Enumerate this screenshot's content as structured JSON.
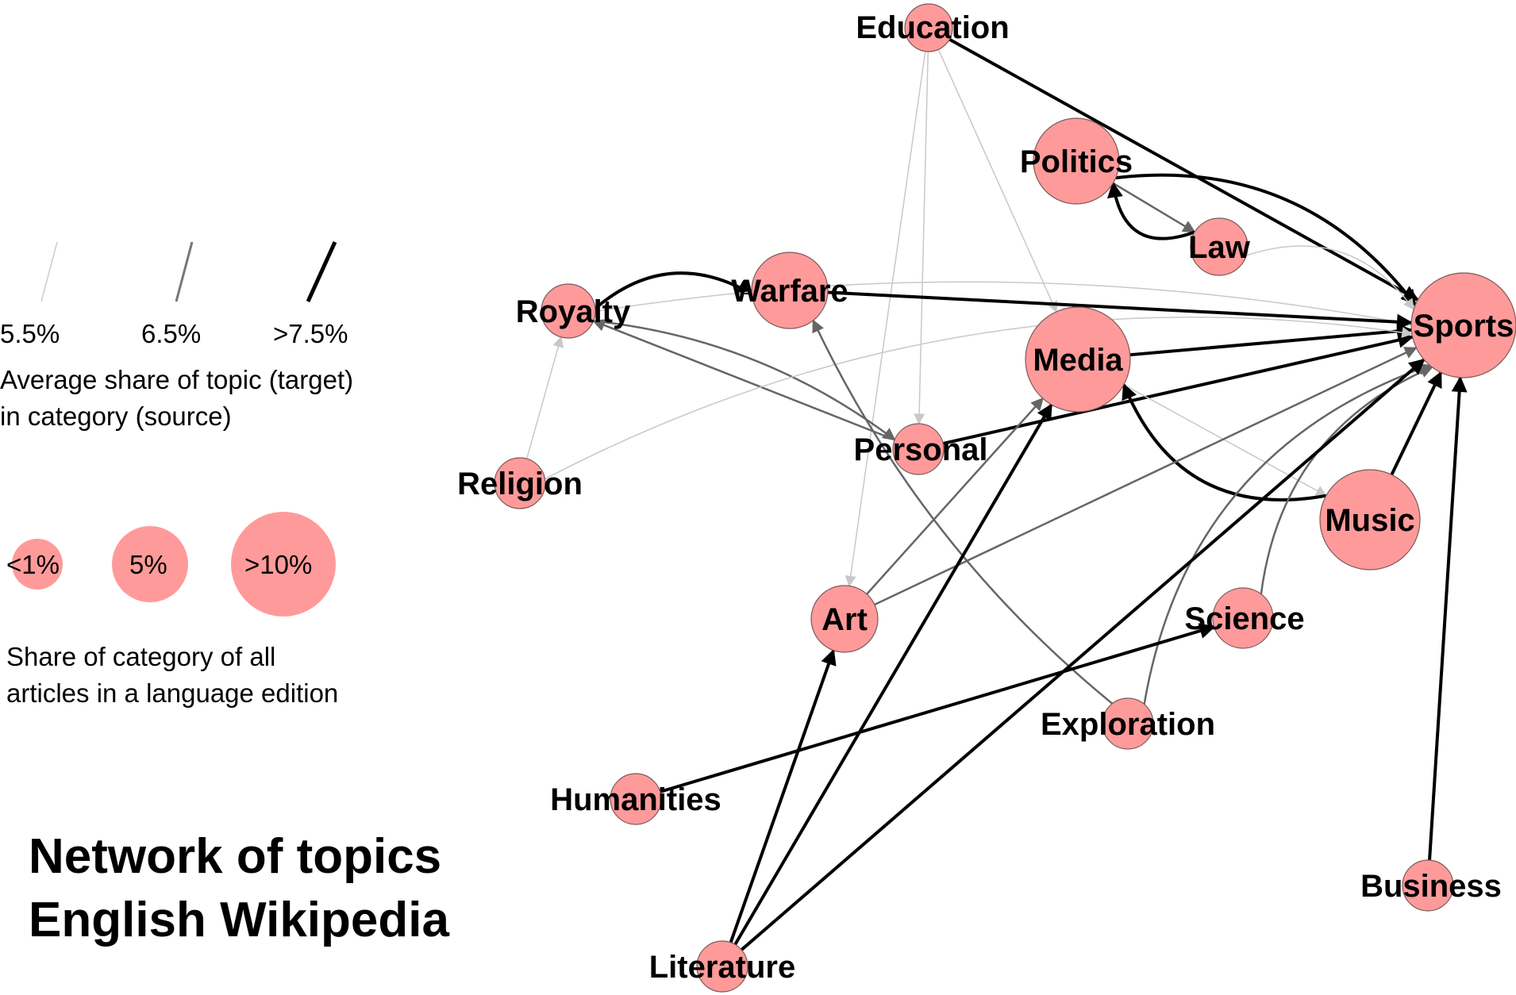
{
  "title": {
    "line1": "Network of topics",
    "line2": "English Wikipedia"
  },
  "legend": {
    "edges": {
      "labels": [
        "5.5%",
        "6.5%",
        ">7.5%"
      ],
      "caption_line1": "Average share of topic (target)",
      "caption_line2": "in category (source)"
    },
    "nodes": {
      "labels": [
        "<1%",
        "5%",
        ">10%"
      ],
      "caption_line1": "Share of category of all",
      "caption_line2": "articles in a language edition"
    }
  },
  "colors": {
    "node_fill": "#ff9a9a",
    "node_stroke": "#7a5a5a",
    "edge_weak": "#cccccc",
    "edge_medium": "#777777",
    "edge_strong": "#000000"
  },
  "nodes": [
    {
      "id": "Education",
      "label": "Education"
    },
    {
      "id": "Politics",
      "label": "Politics"
    },
    {
      "id": "Law",
      "label": "Law"
    },
    {
      "id": "Sports",
      "label": "Sports"
    },
    {
      "id": "Royalty",
      "label": "Royalty"
    },
    {
      "id": "Warfare",
      "label": "Warfare"
    },
    {
      "id": "Media",
      "label": "Media"
    },
    {
      "id": "Personal",
      "label": "Personal"
    },
    {
      "id": "Religion",
      "label": "Religion"
    },
    {
      "id": "Music",
      "label": "Music"
    },
    {
      "id": "Art",
      "label": "Art"
    },
    {
      "id": "Science",
      "label": "Science"
    },
    {
      "id": "Exploration",
      "label": "Exploration"
    },
    {
      "id": "Humanities",
      "label": "Humanities"
    },
    {
      "id": "Business",
      "label": "Business"
    },
    {
      "id": "Literature",
      "label": "Literature"
    }
  ],
  "edges": [
    {
      "source": "Education",
      "target": "Sports",
      "strength": "strong"
    },
    {
      "source": "Education",
      "target": "Personal",
      "strength": "weak"
    },
    {
      "source": "Education",
      "target": "Art",
      "strength": "weak"
    },
    {
      "source": "Education",
      "target": "Media",
      "strength": "weak"
    },
    {
      "source": "Politics",
      "target": "Sports",
      "strength": "strong"
    },
    {
      "source": "Politics",
      "target": "Law",
      "strength": "medium"
    },
    {
      "source": "Law",
      "target": "Politics",
      "strength": "strong"
    },
    {
      "source": "Law",
      "target": "Sports",
      "strength": "weak"
    },
    {
      "source": "Royalty",
      "target": "Warfare",
      "strength": "strong"
    },
    {
      "source": "Royalty",
      "target": "Personal",
      "strength": "medium"
    },
    {
      "source": "Royalty",
      "target": "Sports",
      "strength": "weak"
    },
    {
      "source": "Warfare",
      "target": "Sports",
      "strength": "strong"
    },
    {
      "source": "Personal",
      "target": "Royalty",
      "strength": "medium"
    },
    {
      "source": "Personal",
      "target": "Sports",
      "strength": "strong"
    },
    {
      "source": "Media",
      "target": "Sports",
      "strength": "strong"
    },
    {
      "source": "Media",
      "target": "Music",
      "strength": "weak"
    },
    {
      "source": "Music",
      "target": "Media",
      "strength": "strong"
    },
    {
      "source": "Music",
      "target": "Sports",
      "strength": "strong"
    },
    {
      "source": "Religion",
      "target": "Royalty",
      "strength": "weak"
    },
    {
      "source": "Religion",
      "target": "Sports",
      "strength": "weak"
    },
    {
      "source": "Art",
      "target": "Media",
      "strength": "medium"
    },
    {
      "source": "Art",
      "target": "Sports",
      "strength": "medium"
    },
    {
      "source": "Science",
      "target": "Sports",
      "strength": "medium"
    },
    {
      "source": "Exploration",
      "target": "Sports",
      "strength": "medium"
    },
    {
      "source": "Exploration",
      "target": "Warfare",
      "strength": "medium"
    },
    {
      "source": "Humanities",
      "target": "Science",
      "strength": "strong"
    },
    {
      "source": "Literature",
      "target": "Art",
      "strength": "strong"
    },
    {
      "source": "Literature",
      "target": "Media",
      "strength": "strong"
    },
    {
      "source": "Literature",
      "target": "Sports",
      "strength": "strong"
    },
    {
      "source": "Business",
      "target": "Sports",
      "strength": "strong"
    }
  ]
}
